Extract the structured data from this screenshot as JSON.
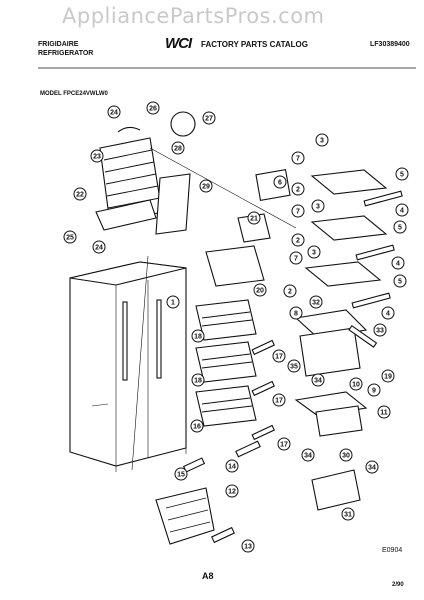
{
  "watermark": "AppliancePartsPros.com",
  "header": {
    "brand_line1": "FRIGIDAIRE",
    "brand_line2": "REFRIGERATOR",
    "logo": "WCI",
    "catalog_title": "FACTORY PARTS CATALOG",
    "part_number": "LF30389400"
  },
  "model_label": "MODEL FPCE24VWLW0",
  "figure_code": "E0904",
  "page_code": "A8",
  "date_code": "2/90",
  "callouts": [
    {
      "id": "c24a",
      "label": "24"
    },
    {
      "id": "c26",
      "label": "26"
    },
    {
      "id": "c27",
      "label": "27"
    },
    {
      "id": "c23",
      "label": "23"
    },
    {
      "id": "c28",
      "label": "28"
    },
    {
      "id": "c29",
      "label": "29"
    },
    {
      "id": "c22",
      "label": "22"
    },
    {
      "id": "c25",
      "label": "25"
    },
    {
      "id": "c24b",
      "label": "24"
    },
    {
      "id": "c6",
      "label": "6"
    },
    {
      "id": "c21",
      "label": "21"
    },
    {
      "id": "c20",
      "label": "20"
    },
    {
      "id": "c1",
      "label": "1"
    },
    {
      "id": "c18a",
      "label": "18"
    },
    {
      "id": "c18b",
      "label": "18"
    },
    {
      "id": "c16",
      "label": "16"
    },
    {
      "id": "c17a",
      "label": "17"
    },
    {
      "id": "c17b",
      "label": "17"
    },
    {
      "id": "c17c",
      "label": "17"
    },
    {
      "id": "c14",
      "label": "14"
    },
    {
      "id": "c15",
      "label": "15"
    },
    {
      "id": "c12",
      "label": "12"
    },
    {
      "id": "c13",
      "label": "13"
    },
    {
      "id": "c3a",
      "label": "3"
    },
    {
      "id": "c7a",
      "label": "7"
    },
    {
      "id": "c5a",
      "label": "5"
    },
    {
      "id": "c2a",
      "label": "2"
    },
    {
      "id": "c4a",
      "label": "4"
    },
    {
      "id": "c7b",
      "label": "7"
    },
    {
      "id": "c3b",
      "label": "3"
    },
    {
      "id": "c5b",
      "label": "5"
    },
    {
      "id": "c2b",
      "label": "2"
    },
    {
      "id": "c4b",
      "label": "4"
    },
    {
      "id": "c7c",
      "label": "7"
    },
    {
      "id": "c3c",
      "label": "3"
    },
    {
      "id": "c5c",
      "label": "5"
    },
    {
      "id": "c2c",
      "label": "2"
    },
    {
      "id": "c4c",
      "label": "4"
    },
    {
      "id": "c8",
      "label": "8"
    },
    {
      "id": "c32",
      "label": "32"
    },
    {
      "id": "c33",
      "label": "33"
    },
    {
      "id": "c35",
      "label": "35"
    },
    {
      "id": "c19",
      "label": "19"
    },
    {
      "id": "c34a",
      "label": "34"
    },
    {
      "id": "c10",
      "label": "10"
    },
    {
      "id": "c9",
      "label": "9"
    },
    {
      "id": "c11",
      "label": "11"
    },
    {
      "id": "c34b",
      "label": "34"
    },
    {
      "id": "c30",
      "label": "30"
    },
    {
      "id": "c34c",
      "label": "34"
    },
    {
      "id": "c31",
      "label": "31"
    }
  ]
}
